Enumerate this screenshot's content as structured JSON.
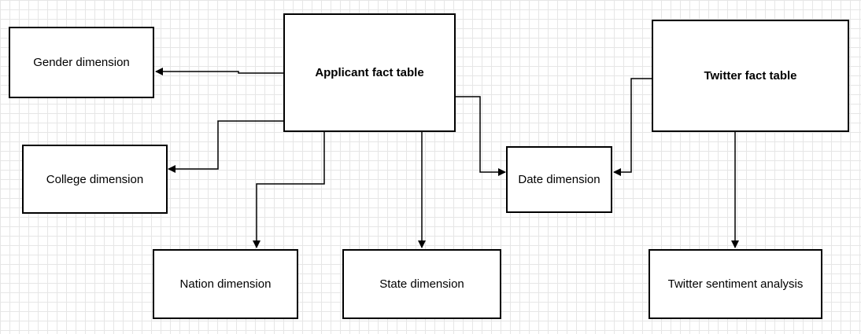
{
  "diagram": {
    "nodes": {
      "gender": "Gender dimension",
      "college": "College dimension",
      "applicant": "Applicant fact table",
      "nation": "Nation dimension",
      "state": "State dimension",
      "date": "Date dimension",
      "twitter": "Twitter fact table",
      "sentiment": "Twitter sentiment analysis"
    }
  }
}
